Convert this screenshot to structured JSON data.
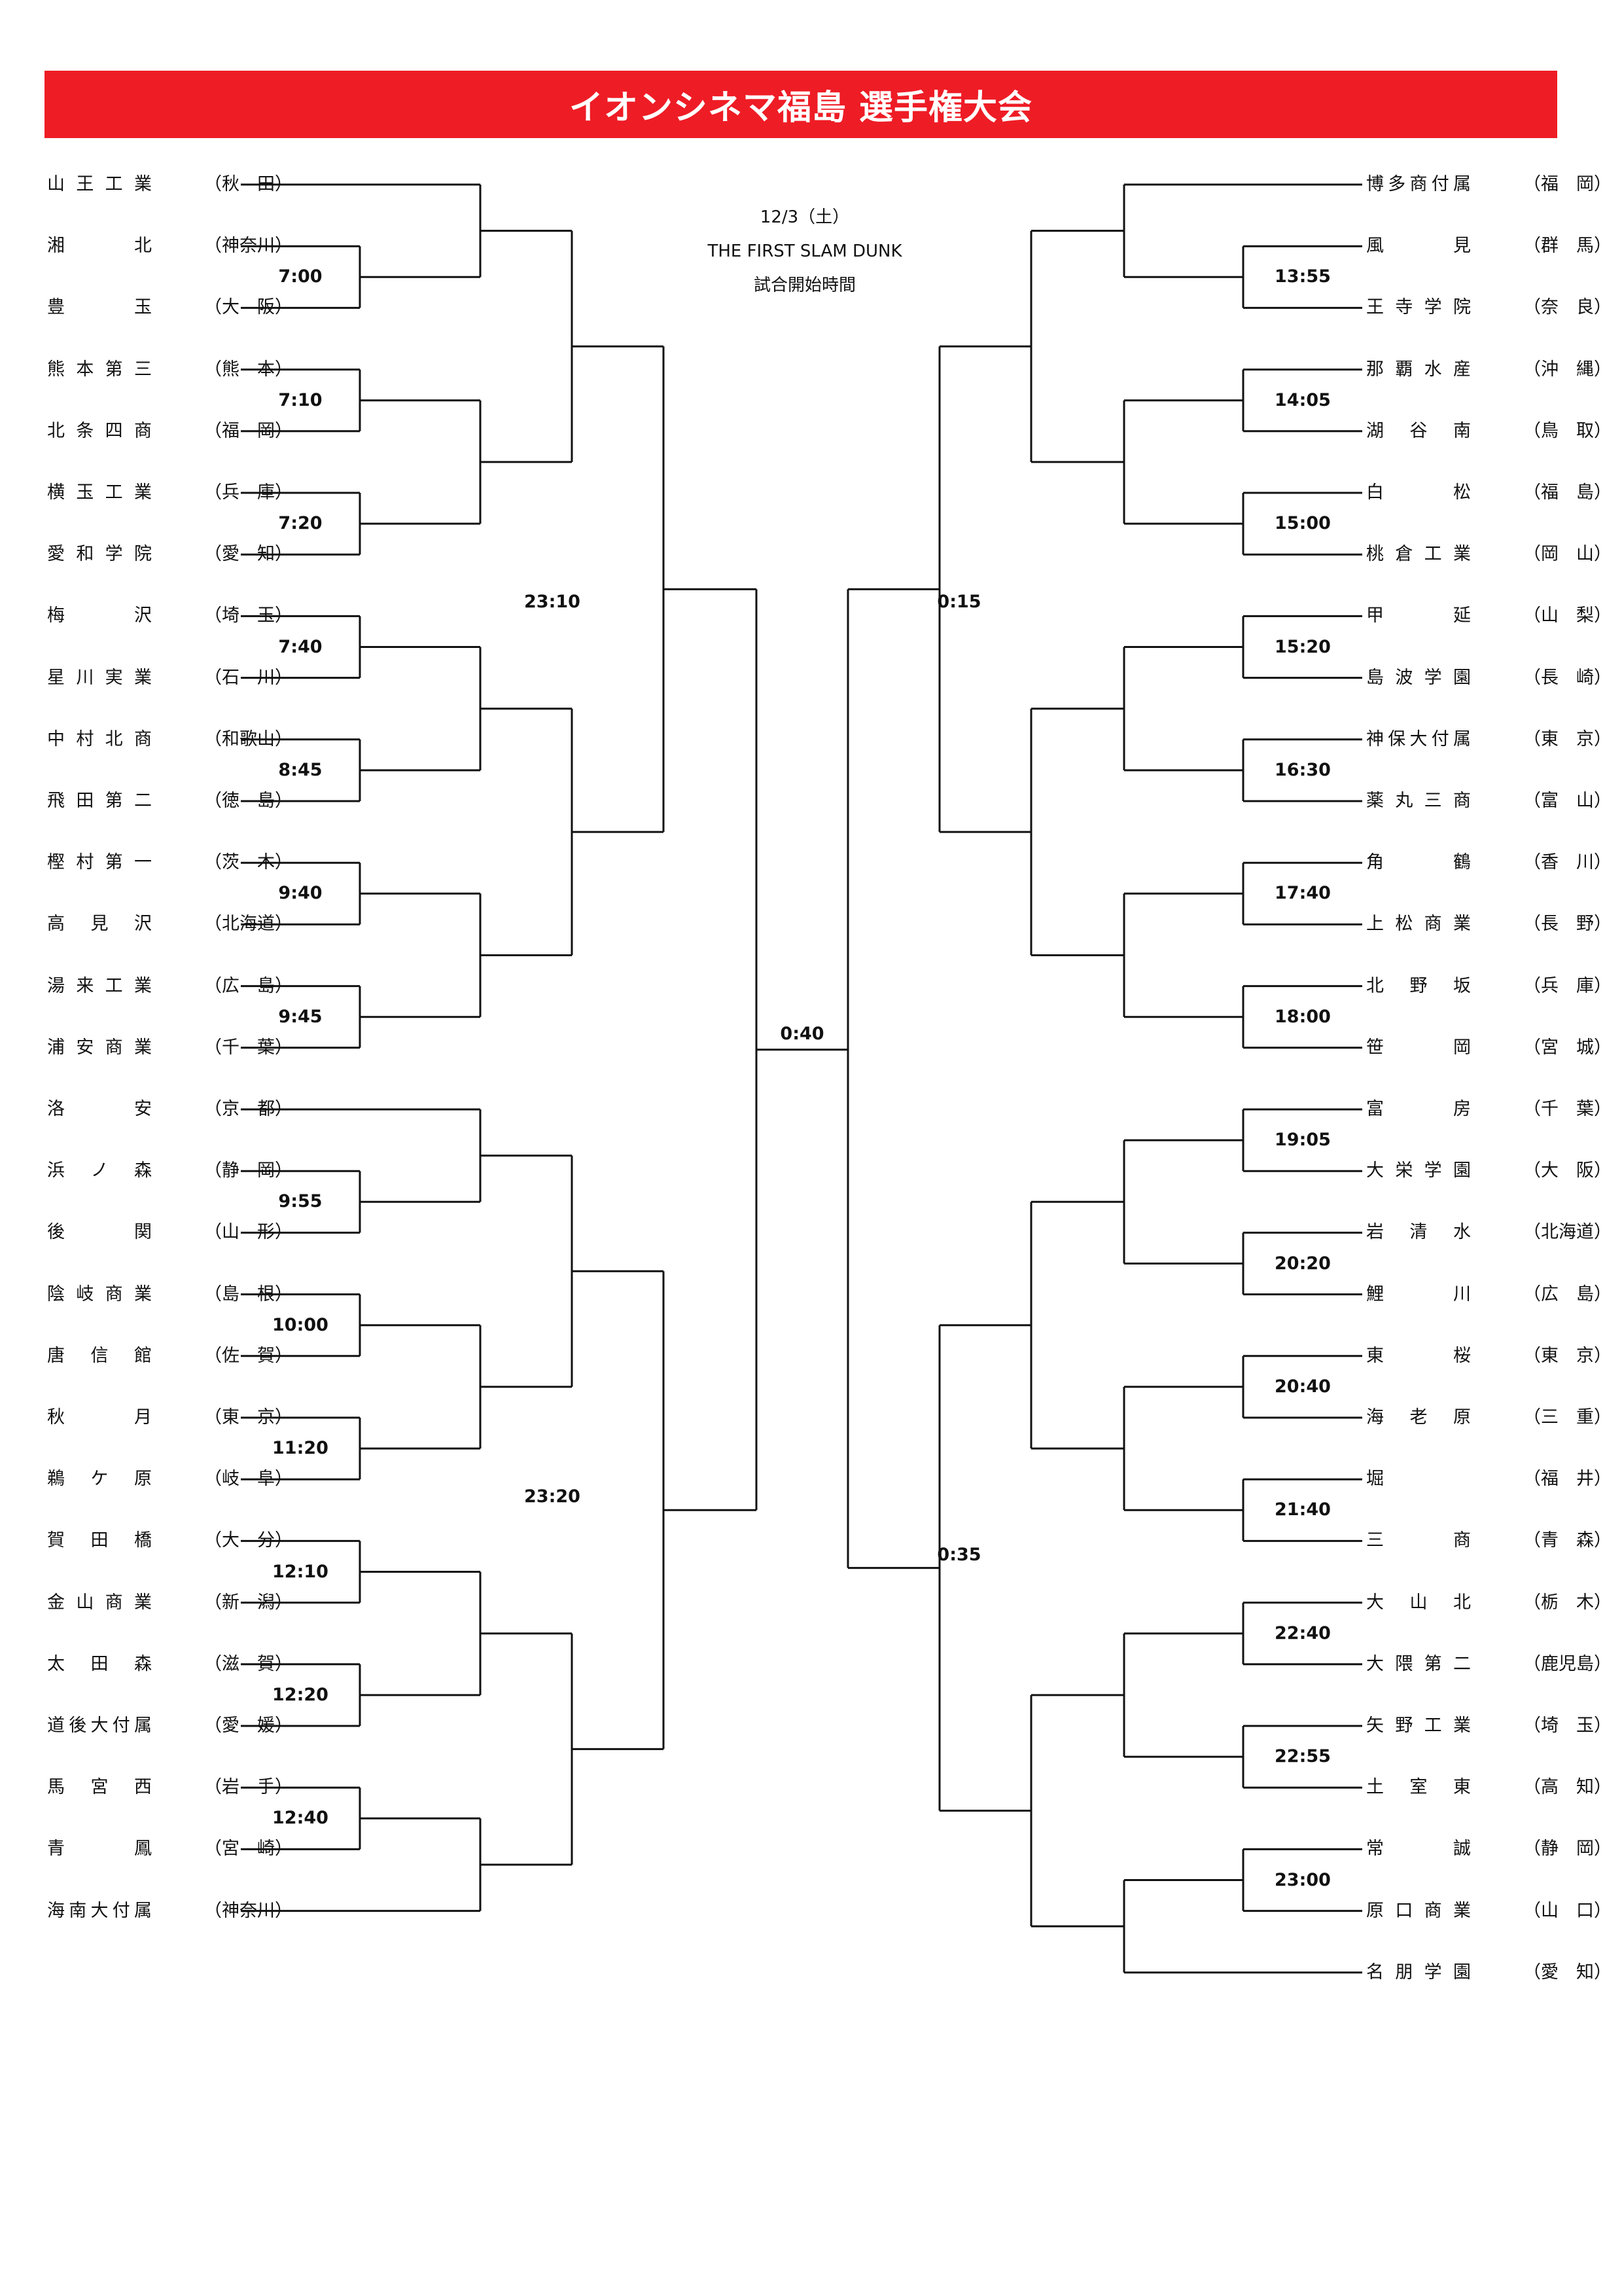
{
  "title": "イオンシネマ福島 選手権大会",
  "info": {
    "date": "12/3（土）",
    "event": "THE FIRST SLAM DUNK",
    "caption": "試合開始時間"
  },
  "left_teams": [
    {
      "name": "山王工業",
      "pref": "（秋　田）"
    },
    {
      "name": "湘　北",
      "pref": "（神奈川）"
    },
    {
      "name": "豊　玉",
      "pref": "（大　阪）"
    },
    {
      "name": "熊本第三",
      "pref": "（熊　本）"
    },
    {
      "name": "北条四商",
      "pref": "（福　岡）"
    },
    {
      "name": "横玉工業",
      "pref": "（兵　庫）"
    },
    {
      "name": "愛和学院",
      "pref": "（愛　知）"
    },
    {
      "name": "梅　沢",
      "pref": "（埼　玉）"
    },
    {
      "name": "星川実業",
      "pref": "（石　川）"
    },
    {
      "name": "中村北商",
      "pref": "（和歌山）"
    },
    {
      "name": "飛田第二",
      "pref": "（徳　島）"
    },
    {
      "name": "樫村第一",
      "pref": "（茨　木）"
    },
    {
      "name": "高見沢",
      "pref": "（北海道）"
    },
    {
      "name": "湯来工業",
      "pref": "（広　島）"
    },
    {
      "name": "浦安商業",
      "pref": "（千　葉）"
    },
    {
      "name": "洛　安",
      "pref": "（京　都）"
    },
    {
      "name": "浜ノ森",
      "pref": "（静　岡）"
    },
    {
      "name": "後　関",
      "pref": "（山　形）"
    },
    {
      "name": "陰岐商業",
      "pref": "（島　根）"
    },
    {
      "name": "唐信館",
      "pref": "（佐　賀）"
    },
    {
      "name": "秋　月",
      "pref": "（東　京）"
    },
    {
      "name": "鵜ケ原",
      "pref": "（岐　阜）"
    },
    {
      "name": "賀田橋",
      "pref": "（大　分）"
    },
    {
      "name": "金山商業",
      "pref": "（新　潟）"
    },
    {
      "name": "太田森",
      "pref": "（滋　賀）"
    },
    {
      "name": "道後大付属",
      "pref": "（愛　媛）"
    },
    {
      "name": "馬宮西",
      "pref": "（岩　手）"
    },
    {
      "name": "青　鳳",
      "pref": "（宮　崎）"
    },
    {
      "name": "海南大付属",
      "pref": "（神奈川）"
    }
  ],
  "right_teams": [
    {
      "name": "博多商付属",
      "pref": "（福　岡）"
    },
    {
      "name": "風　見",
      "pref": "（群　馬）"
    },
    {
      "name": "王寺学院",
      "pref": "（奈　良）"
    },
    {
      "name": "那覇水産",
      "pref": "（沖　縄）"
    },
    {
      "name": "湖谷南",
      "pref": "（鳥　取）"
    },
    {
      "name": "白　松",
      "pref": "（福　島）"
    },
    {
      "name": "桃倉工業",
      "pref": "（岡　山）"
    },
    {
      "name": "甲　延",
      "pref": "（山　梨）"
    },
    {
      "name": "島波学園",
      "pref": "（長　崎）"
    },
    {
      "name": "神保大付属",
      "pref": "（東　京）"
    },
    {
      "name": "薬丸三商",
      "pref": "（富　山）"
    },
    {
      "name": "角　鶴",
      "pref": "（香　川）"
    },
    {
      "name": "上松商業",
      "pref": "（長　野）"
    },
    {
      "name": "北野坂",
      "pref": "（兵　庫）"
    },
    {
      "name": "笹　岡",
      "pref": "（宮　城）"
    },
    {
      "name": "富　房",
      "pref": "（千　葉）"
    },
    {
      "name": "大栄学園",
      "pref": "（大　阪）"
    },
    {
      "name": "岩清水",
      "pref": "（北海道）"
    },
    {
      "name": "鯉　川",
      "pref": "（広　島）"
    },
    {
      "name": "東　桜",
      "pref": "（東　京）"
    },
    {
      "name": "海老原",
      "pref": "（三　重）"
    },
    {
      "name": "堀",
      "pref": "（福　井）"
    },
    {
      "name": "三　商",
      "pref": "（青　森）"
    },
    {
      "name": "大山北",
      "pref": "（栃　木）"
    },
    {
      "name": "大隈第二",
      "pref": "（鹿児島）"
    },
    {
      "name": "矢野工業",
      "pref": "（埼　玉）"
    },
    {
      "name": "土室東",
      "pref": "（高　知）"
    },
    {
      "name": "常　誠",
      "pref": "（静　岡）"
    },
    {
      "name": "原口商業",
      "pref": "（山　口）"
    },
    {
      "name": "名朋学園",
      "pref": "（愛　知）"
    }
  ],
  "left_times": [
    "7:00",
    "7:10",
    "7:20",
    "7:40",
    "8:45",
    "9:40",
    "9:45",
    "9:55",
    "10:00",
    "11:20",
    "12:10",
    "12:20",
    "12:40"
  ],
  "right_times": [
    "13:55",
    "14:05",
    "15:00",
    "15:20",
    "16:30",
    "17:40",
    "18:00",
    "19:05",
    "20:20",
    "20:40",
    "21:40",
    "22:40",
    "22:55",
    "23:00"
  ],
  "semi_times": {
    "left_top": "23:10",
    "left_bottom": "23:20",
    "right_top": "0:15",
    "right_bottom": "0:35"
  },
  "final_time": "0:40"
}
